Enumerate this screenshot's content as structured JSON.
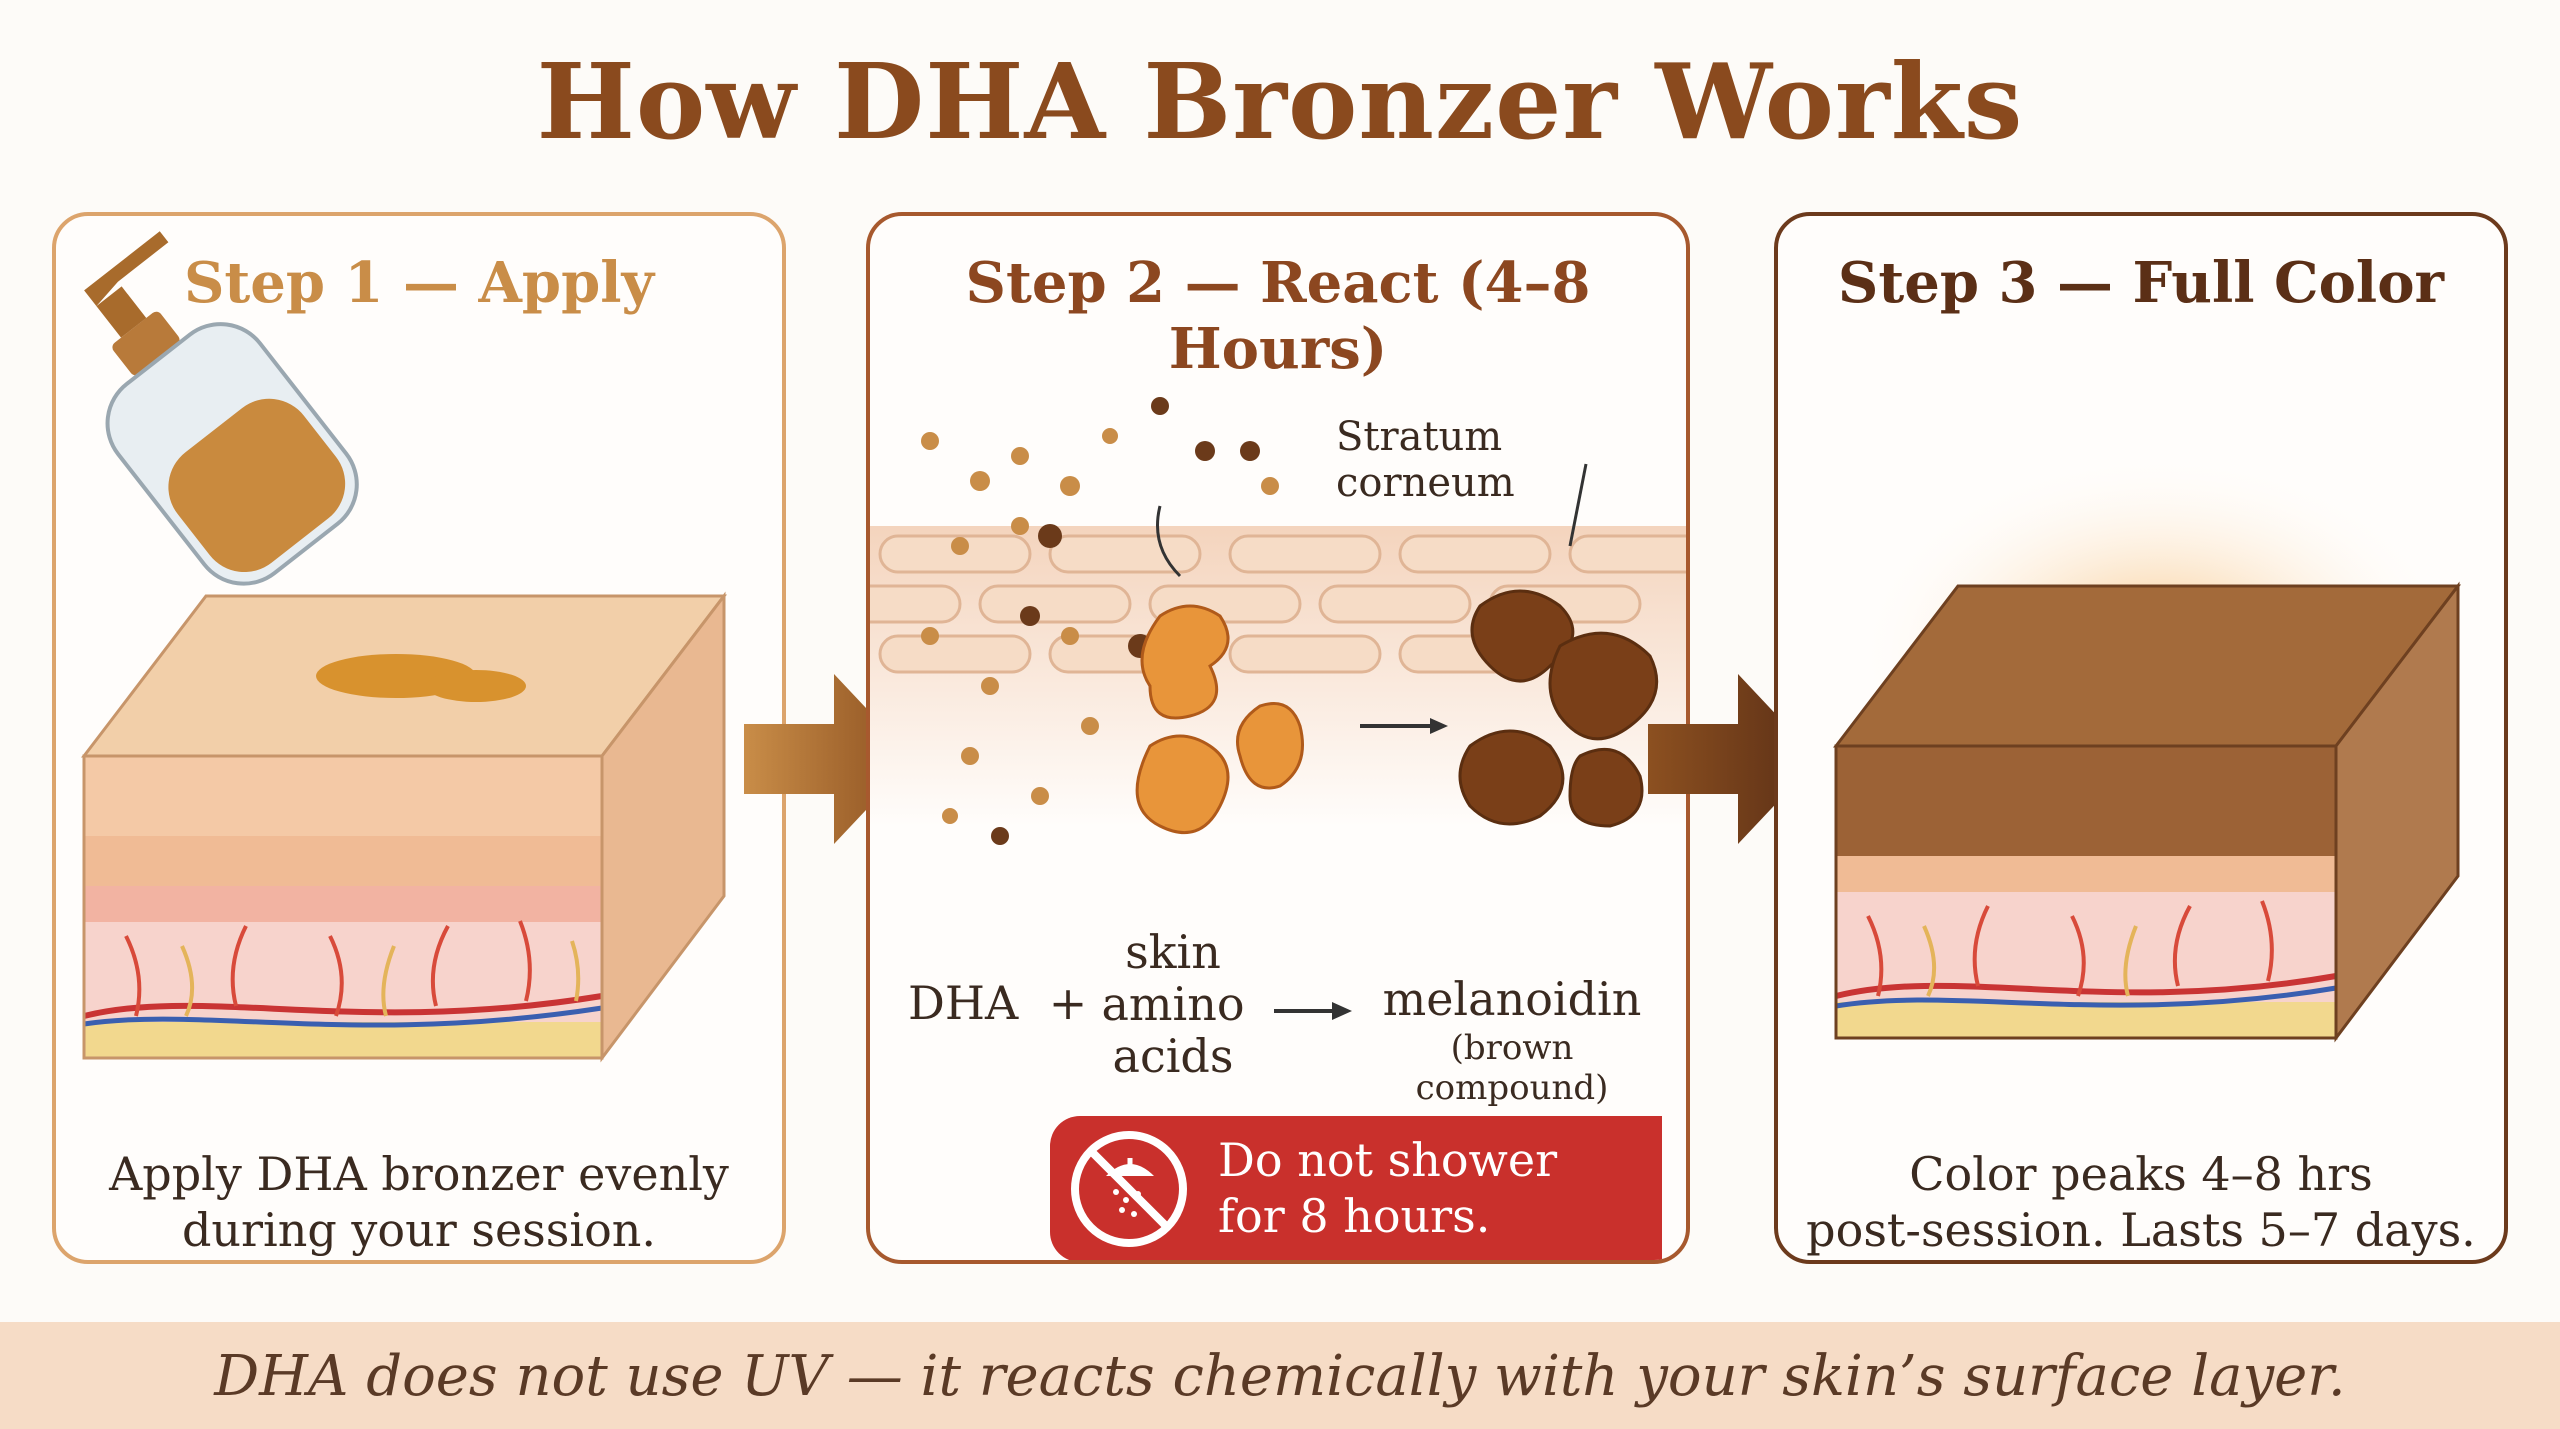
{
  "title": "How DHA Bronzer Works",
  "steps": [
    {
      "title": "Step 1 — Apply",
      "caption_lines": [
        "Apply DHA bronzer evenly",
        "during your session."
      ]
    },
    {
      "title": "Step 2 — React (4–8 Hours)",
      "label": "Stratum corneum",
      "equation": {
        "left": "DHA",
        "plus": "+",
        "middle_lines": [
          "skin",
          "amino",
          "acids"
        ],
        "result": "melanoidin",
        "result_note": "(brown compound)"
      },
      "warning_lines": [
        "Do not shower",
        "for 8 hours."
      ]
    },
    {
      "title": "Step 3 — Full Color",
      "caption_lines": [
        "Color peaks 4–8 hrs",
        "post-session. Lasts 5–7 days."
      ]
    }
  ],
  "footer": "DHA does not use UV — it reacts chemically with your skin’s surface layer.",
  "colors": {
    "title": "#8a4a1e",
    "step1": "#c98d48",
    "step2": "#8c4720",
    "step3": "#5b2f16",
    "warning": "#c9302c",
    "footer_bg": "#f6dcc6"
  },
  "icons": [
    "pump-bottle-icon",
    "no-shower-icon",
    "arrow-right-icon"
  ]
}
